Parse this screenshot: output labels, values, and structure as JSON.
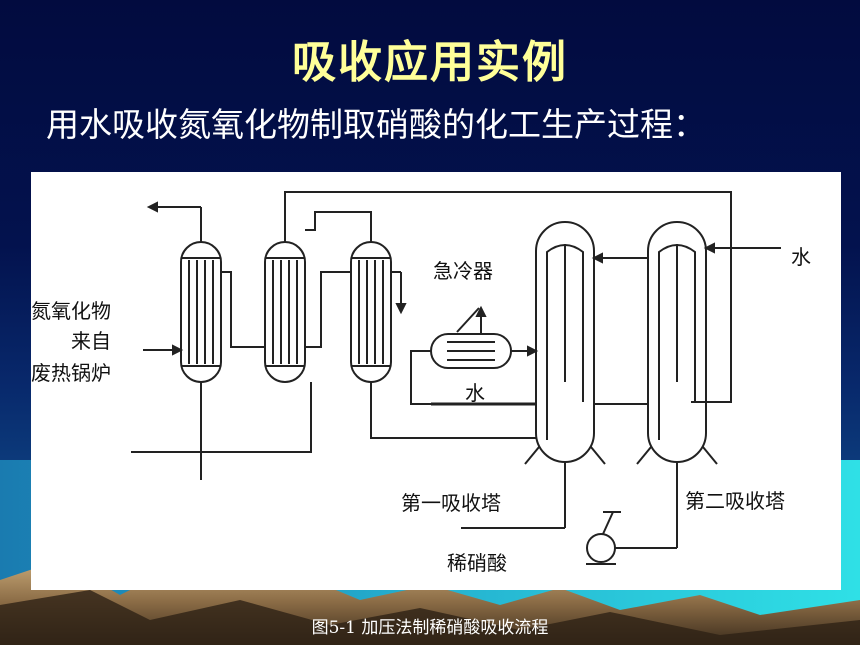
{
  "slide": {
    "title": "吸收应用实例",
    "subtitle": "用水吸收氮氧化物制取硝酸的化工生产过程：",
    "caption": "图5-1  加压法制稀硝酸吸收流程"
  },
  "diagram": {
    "labels": {
      "feed_line1": "氮氧化物",
      "feed_line2": "来自",
      "feed_line3": "废热锅炉",
      "quench_cooler": "急冷器",
      "water_top": "水",
      "water_cooler": "水",
      "tower1": "第一吸收塔",
      "tower2": "第二吸收塔",
      "dilute_acid": "稀硝酸"
    }
  },
  "colors": {
    "title": "#ffff99",
    "text": "#ffffff",
    "line": "#222222"
  }
}
